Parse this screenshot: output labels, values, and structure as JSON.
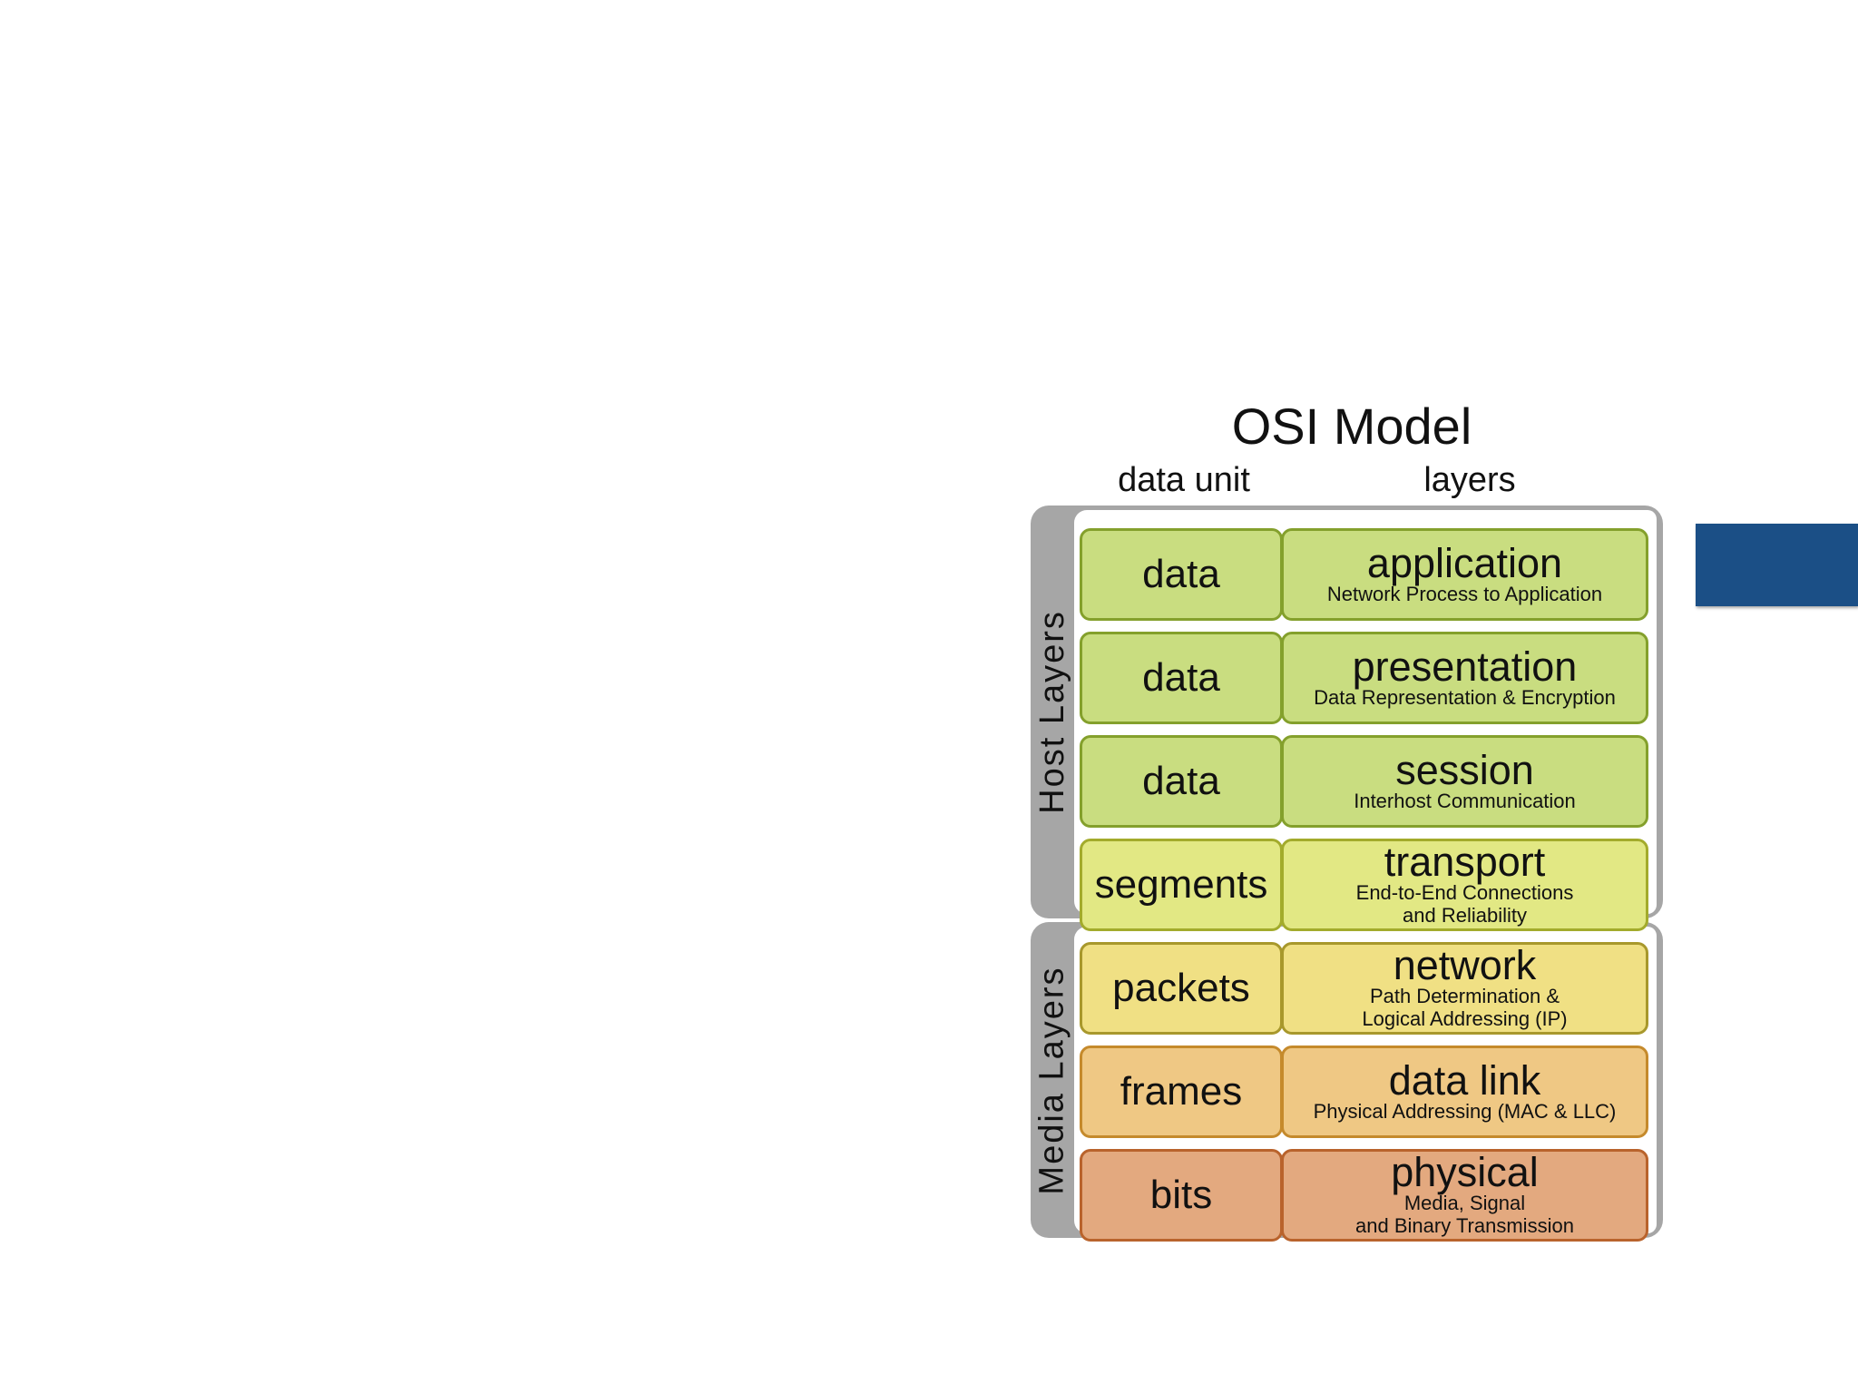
{
  "title": "OSI Model",
  "headers": {
    "data_unit": "data unit",
    "layers": "layers"
  },
  "groups": {
    "host": "Host Layers",
    "media": "Media Layers"
  },
  "layers": [
    {
      "unit": "data",
      "name": "application",
      "desc": "Network Process to Application",
      "fill": "#c9dd80",
      "border": "#84a02c"
    },
    {
      "unit": "data",
      "name": "presentation",
      "desc": "Data Representation & Encryption",
      "fill": "#c9dd80",
      "border": "#84a02c"
    },
    {
      "unit": "data",
      "name": "session",
      "desc": "Interhost Communication",
      "fill": "#c9dd80",
      "border": "#84a02c"
    },
    {
      "unit": "segments",
      "name": "transport",
      "desc": "End-to-End Connections\nand Reliability",
      "fill": "#e2e884",
      "border": "#a3ab2c"
    },
    {
      "unit": "packets",
      "name": "network",
      "desc": "Path Determination &\nLogical Addressing (IP)",
      "fill": "#f0e084",
      "border": "#a8982c"
    },
    {
      "unit": "frames",
      "name": "data link",
      "desc": "Physical Addressing (MAC & LLC)",
      "fill": "#efc884",
      "border": "#c58a2c"
    },
    {
      "unit": "bits",
      "name": "physical",
      "desc": "Media, Signal\nand Binary Transmission",
      "fill": "#e3a97f",
      "border": "#b9632c"
    }
  ],
  "colors": {
    "group_frame": "#a6a6a6",
    "side_shape": "#1b4f86"
  }
}
